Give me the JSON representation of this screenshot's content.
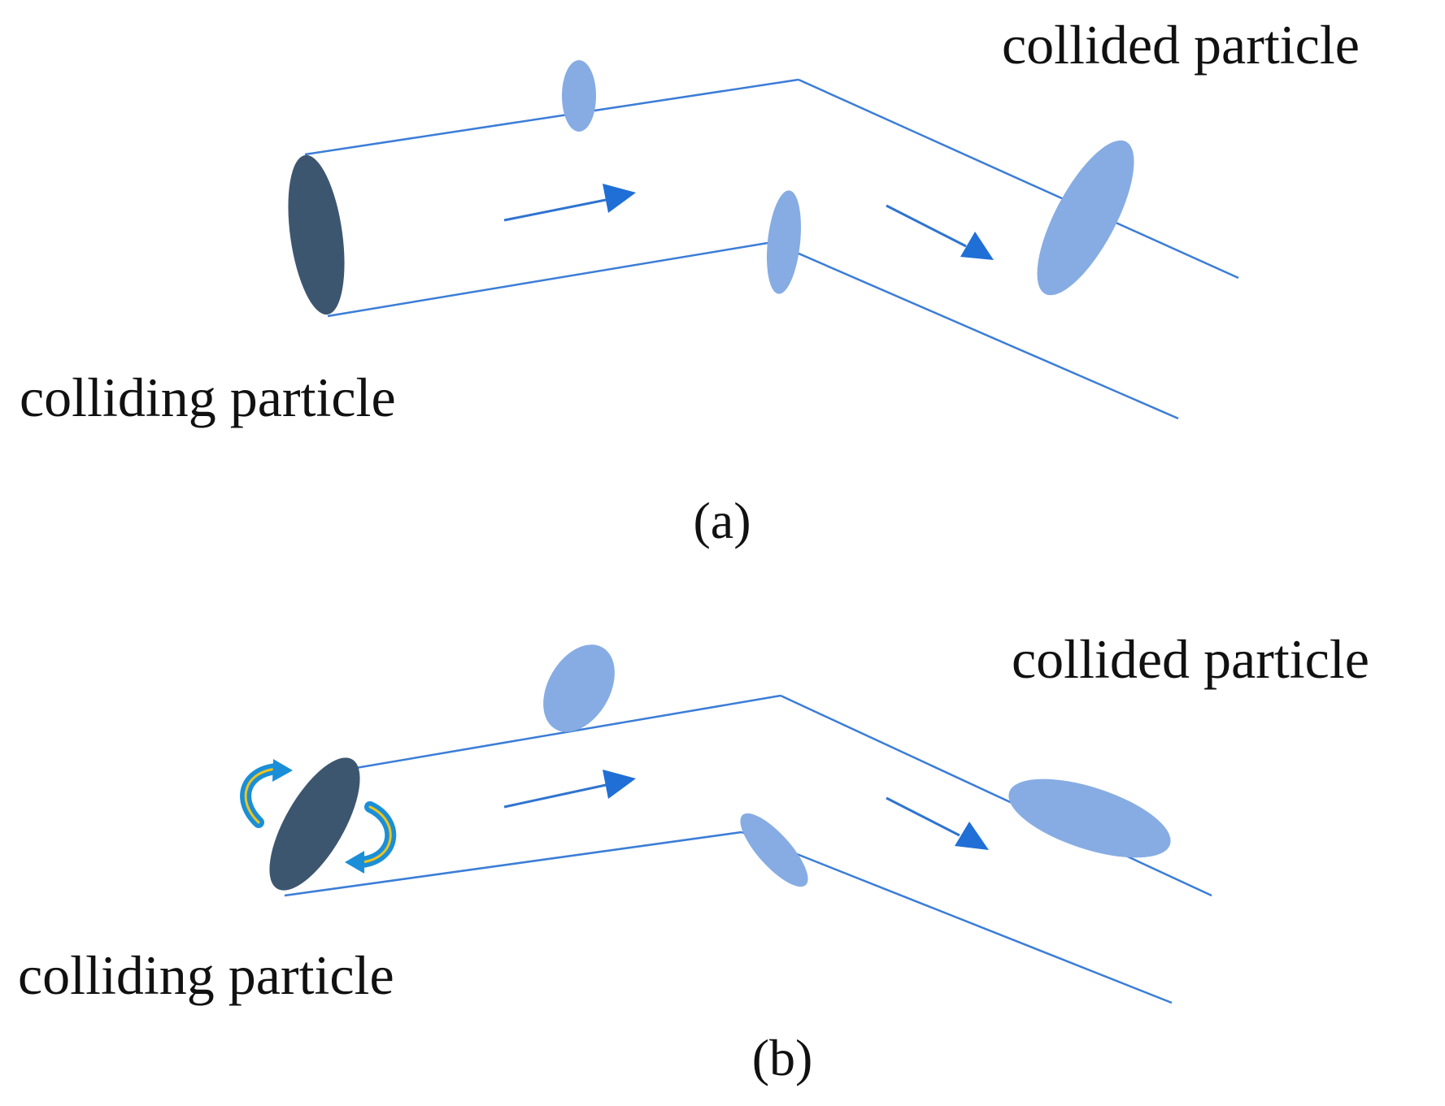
{
  "colors": {
    "path_line": "#3b7dd8",
    "flow_arrow": "#1f6fd6",
    "colliding_particle": "#3d5670",
    "collided_particle": "#86ace3",
    "rotation_arrow": "#1a8fd8",
    "rotation_arrow_inner": "#f0c419"
  },
  "panel_a": {
    "caption": "(a)",
    "label_collided": "collided particle",
    "label_colliding": "colliding particle"
  },
  "panel_b": {
    "caption": "(b)",
    "label_collided": "collided particle",
    "label_colliding": "colliding particle"
  }
}
